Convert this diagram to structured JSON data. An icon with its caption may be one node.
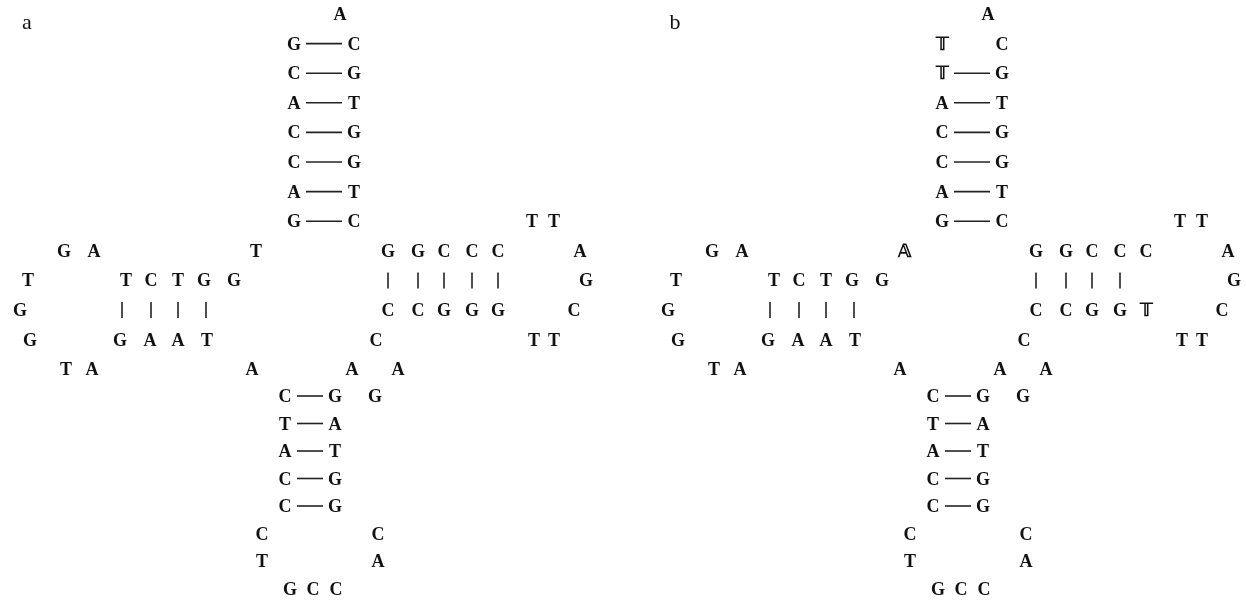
{
  "diagram": {
    "labels": [
      "a",
      "A",
      "G",
      "C",
      "C",
      "G",
      "A",
      "T",
      "C",
      "G",
      "C",
      "G",
      "A",
      "T",
      "G",
      "C",
      "T",
      "T",
      "G",
      "A",
      "T",
      "G",
      "G",
      "C",
      "C",
      "C",
      "A",
      "T",
      "T",
      "C",
      "T",
      "G",
      "G",
      "G",
      "G",
      "C",
      "C",
      "G",
      "G",
      "G",
      "C",
      "G",
      "G",
      "A",
      "A",
      "T",
      "C",
      "T",
      "T",
      "T",
      "A",
      "A",
      "A",
      "A",
      "C",
      "G",
      "G",
      "T",
      "A",
      "A",
      "T",
      "C",
      "G",
      "C",
      "G",
      "C",
      "C",
      "T",
      "A",
      "G",
      "C",
      "C",
      "b",
      "A",
      "𝕋",
      "C",
      "𝕋",
      "G",
      "A",
      "T",
      "C",
      "G",
      "C",
      "G",
      "A",
      "T",
      "G",
      "C",
      "T",
      "T",
      "G",
      "A",
      "𝔸",
      "G",
      "G",
      "C",
      "C",
      "C",
      "A",
      "T",
      "T",
      "C",
      "T",
      "G",
      "G",
      "G",
      "G",
      "C",
      "C",
      "G",
      "G",
      "𝕋",
      "C",
      "G",
      "G",
      "A",
      "A",
      "T",
      "C",
      "T",
      "T",
      "T",
      "A",
      "A",
      "A",
      "A",
      "C",
      "G",
      "G",
      "T",
      "A",
      "A",
      "T",
      "C",
      "G",
      "C",
      "G",
      "C",
      "C",
      "T",
      "A",
      "G",
      "C",
      "C"
    ]
  }
}
